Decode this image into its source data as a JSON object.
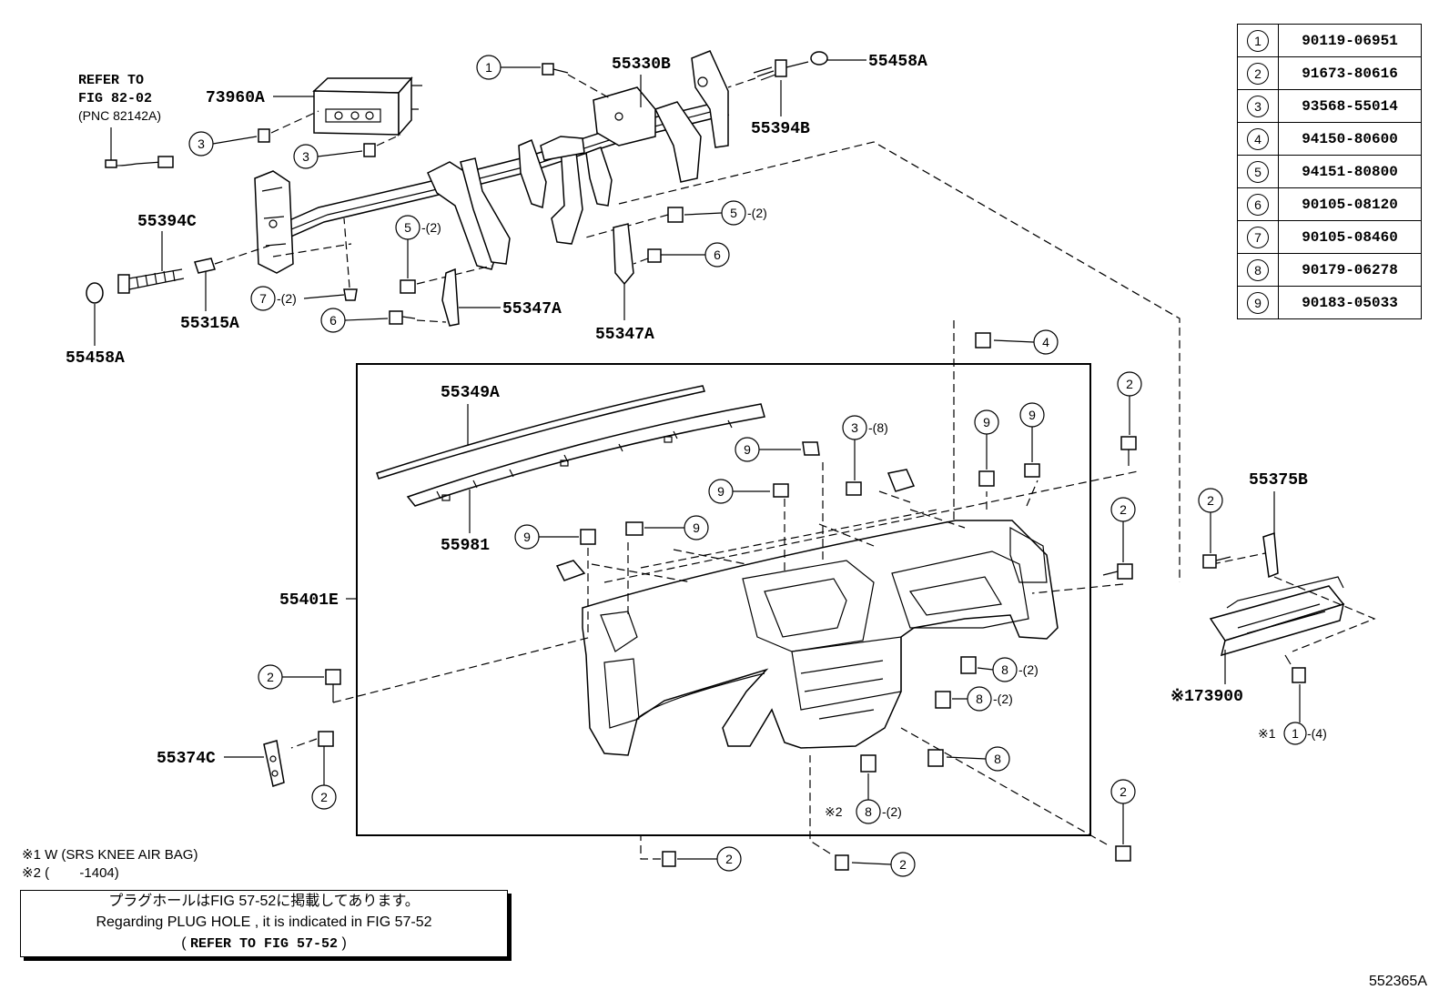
{
  "refer_note": {
    "line1": "REFER TO",
    "line2": "FIG 82-02",
    "line3": "(PNC 82142A)"
  },
  "labels": {
    "p73960A": "73960A",
    "p55330B": "55330B",
    "p55458A_top": "55458A",
    "p55394B": "55394B",
    "p55394C": "55394C",
    "p55315A": "55315A",
    "p55458A_left": "55458A",
    "p55347A_a": "55347A",
    "p55347A_b": "55347A",
    "p55349A": "55349A",
    "p55981": "55981",
    "p55401E": "55401E",
    "p55374C": "55374C",
    "p55375B": "55375B",
    "p73900": "※173900",
    "knee_ref": "※1",
    "knee_qty": "-(4)",
    "note2_mark": "※2"
  },
  "callouts": {
    "c1_top": "1",
    "c3_a": "3",
    "c3_b": "3",
    "c5_a": "5",
    "c5_a_qty": "-(2)",
    "c5_b": "5",
    "c5_b_qty": "-(2)",
    "c6_a": "6",
    "c6_b": "6",
    "c7": "7",
    "c7_qty": "-(2)",
    "c4": "4",
    "c2_r1": "2",
    "c2_r2": "2",
    "c2_r3": "2",
    "c2_l1": "2",
    "c2_l2": "2",
    "c2_b1": "2",
    "c2_b2": "2",
    "c2_rb": "2",
    "c9_a": "9",
    "c9_b": "9",
    "c9_c": "9",
    "c9_d": "9",
    "c9_e": "9",
    "c9_f": "9",
    "c3_mid": "3",
    "c3_mid_qty": "-(8)",
    "c8_a": "8",
    "c8_a_qty": "-(2)",
    "c8_b": "8",
    "c8_b_qty": "-(2)",
    "c8_c": "8",
    "c8_d": "8",
    "c8_d_qty": "-(2)",
    "c1_knee": "1"
  },
  "parts_table": [
    {
      "idx": "1",
      "part": "90119-06951"
    },
    {
      "idx": "2",
      "part": "91673-80616"
    },
    {
      "idx": "3",
      "part": "93568-55014"
    },
    {
      "idx": "4",
      "part": "94150-80600"
    },
    {
      "idx": "5",
      "part": "94151-80800"
    },
    {
      "idx": "6",
      "part": "90105-08120"
    },
    {
      "idx": "7",
      "part": "90105-08460"
    },
    {
      "idx": "8",
      "part": "90179-06278"
    },
    {
      "idx": "9",
      "part": "90183-05033"
    }
  ],
  "notes": {
    "n1": "※1 W (SRS KNEE AIR BAG)",
    "n2": "※2 (        -1404)"
  },
  "plug_box": {
    "jp": "プラグホールはFIG 57-52に掲載してあります。",
    "en": "Regarding  PLUG HOLE , it is  indicated  in  FIG 57-52",
    "ref_open": "( ",
    "ref": "REFER TO FIG 57-52",
    "ref_close": " )"
  },
  "figure_code": "552365A"
}
